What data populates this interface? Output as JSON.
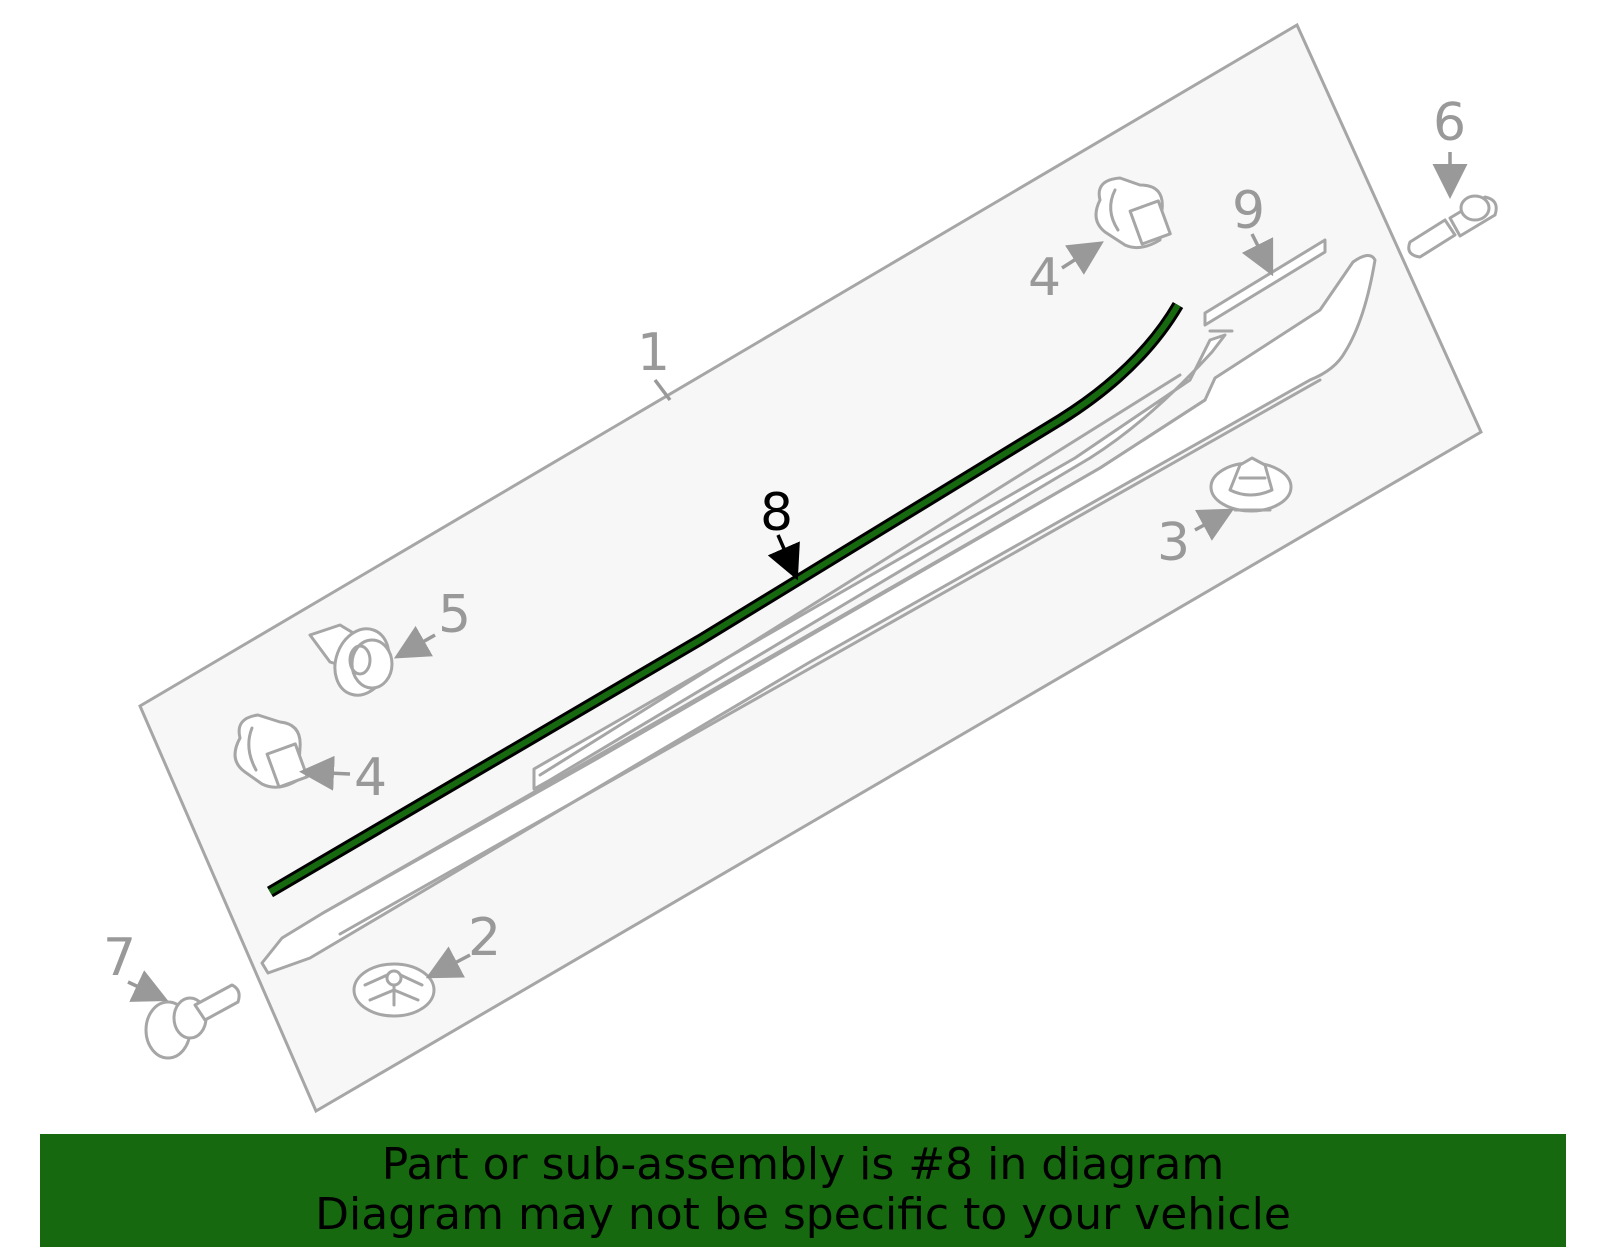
{
  "diagram": {
    "callouts": {
      "c1": "1",
      "c2": "2",
      "c3": "3",
      "c4a": "4",
      "c4b": "4",
      "c5": "5",
      "c6": "6",
      "c7": "7",
      "c8": "8",
      "c9": "9"
    },
    "highlighted_part": "8",
    "colors": {
      "highlight": "#16690f",
      "parts": "#a6a6a6",
      "callouts": "#999999",
      "panel": "#f7f7f7"
    }
  },
  "banner": {
    "line1": "Part or sub-assembly is #8 in diagram",
    "line2": "Diagram may not be specific to your vehicle"
  }
}
